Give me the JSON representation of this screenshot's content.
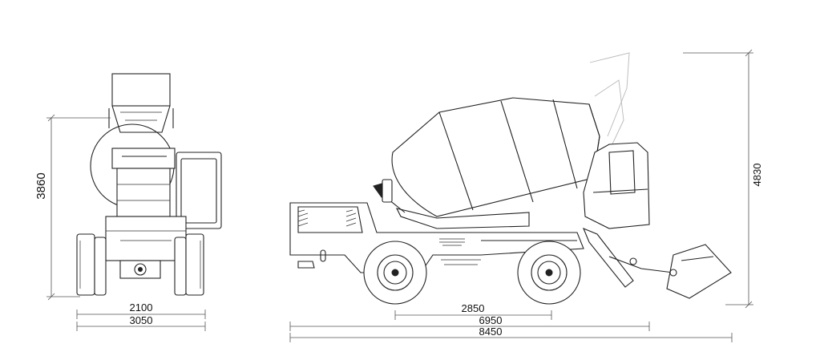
{
  "front_view": {
    "height_label": "3860",
    "width_label": "2100",
    "overall_width_label": "3050"
  },
  "side_view": {
    "wheelbase_label": "2850",
    "body_length_label": "6950",
    "overall_length_label": "8450",
    "overall_height_label": "4830"
  }
}
